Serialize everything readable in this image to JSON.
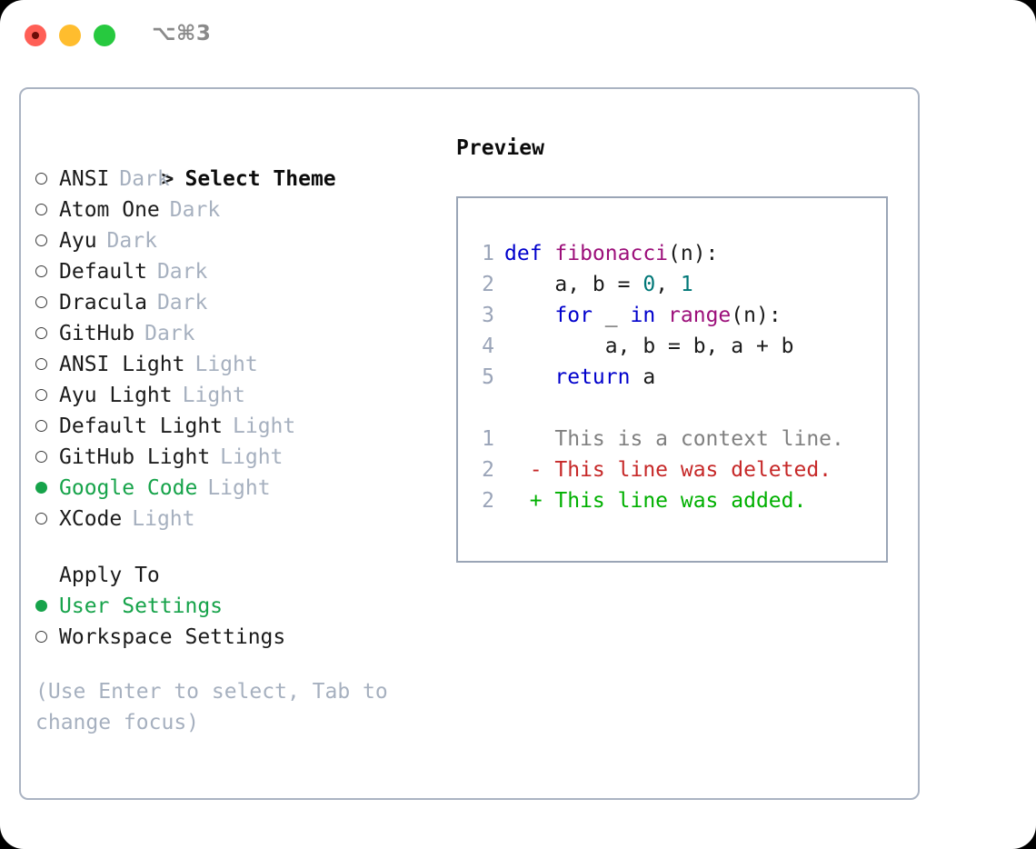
{
  "window": {
    "traffic_lights": [
      "close-red",
      "minimize-yellow",
      "maximize-green"
    ],
    "shortcut": "⌥⌘3",
    "accent_green": "#16a34a",
    "muted": "#a6b0bf",
    "border": "#aab3c2"
  },
  "theme_list": {
    "header_marker": ">",
    "header_label": "Select Theme",
    "items": [
      {
        "marker": "o",
        "selected": false,
        "name": "ANSI",
        "variant": "Dark"
      },
      {
        "marker": "o",
        "selected": false,
        "name": "Atom One",
        "variant": "Dark"
      },
      {
        "marker": "o",
        "selected": false,
        "name": "Ayu",
        "variant": "Dark"
      },
      {
        "marker": "o",
        "selected": false,
        "name": "Default",
        "variant": "Dark"
      },
      {
        "marker": "o",
        "selected": false,
        "name": "Dracula",
        "variant": "Dark"
      },
      {
        "marker": "o",
        "selected": false,
        "name": "GitHub",
        "variant": "Dark"
      },
      {
        "marker": "o",
        "selected": false,
        "name": "ANSI Light",
        "variant": "Light"
      },
      {
        "marker": "o",
        "selected": false,
        "name": "Ayu Light",
        "variant": "Light"
      },
      {
        "marker": "o",
        "selected": false,
        "name": "Default Light",
        "variant": "Light"
      },
      {
        "marker": "o",
        "selected": false,
        "name": "GitHub Light",
        "variant": "Light"
      },
      {
        "marker": "●",
        "selected": true,
        "name": "Google Code",
        "variant": "Light"
      },
      {
        "marker": "o",
        "selected": false,
        "name": "XCode",
        "variant": "Light"
      }
    ]
  },
  "apply_to": {
    "label": "Apply To",
    "options": [
      {
        "selected": true,
        "name": "User Settings"
      },
      {
        "selected": false,
        "name": "Workspace Settings"
      }
    ]
  },
  "hint": "(Use Enter to select, Tab to change focus)",
  "preview": {
    "title": "Preview",
    "code_lines": [
      {
        "no": "1",
        "tokens": [
          {
            "t": "def ",
            "c": "kw"
          },
          {
            "t": "fibonacci",
            "c": "fn"
          },
          {
            "t": "(n):",
            "c": "pl"
          }
        ]
      },
      {
        "no": "2",
        "tokens": [
          {
            "t": "    a, b = ",
            "c": "pl"
          },
          {
            "t": "0",
            "c": "num"
          },
          {
            "t": ", ",
            "c": "pl"
          },
          {
            "t": "1",
            "c": "num"
          }
        ]
      },
      {
        "no": "3",
        "tokens": [
          {
            "t": "    ",
            "c": "pl"
          },
          {
            "t": "for",
            "c": "kw"
          },
          {
            "t": " _ ",
            "c": "pl"
          },
          {
            "t": "in",
            "c": "kw"
          },
          {
            "t": " ",
            "c": "pl"
          },
          {
            "t": "range",
            "c": "fn"
          },
          {
            "t": "(n):",
            "c": "pl"
          }
        ]
      },
      {
        "no": "4",
        "tokens": [
          {
            "t": "        a, b = b, a + b",
            "c": "pl"
          }
        ]
      },
      {
        "no": "5",
        "tokens": [
          {
            "t": "    ",
            "c": "pl"
          },
          {
            "t": "return",
            "c": "kw"
          },
          {
            "t": " a",
            "c": "pl"
          }
        ]
      }
    ],
    "diff_lines": [
      {
        "no": "1",
        "sign": " ",
        "text": "This is a context line.",
        "c": "ctx"
      },
      {
        "no": "2",
        "sign": "-",
        "text": "This line was deleted.",
        "c": "del"
      },
      {
        "no": "2",
        "sign": "+",
        "text": "This line was added.",
        "c": "add"
      }
    ]
  }
}
